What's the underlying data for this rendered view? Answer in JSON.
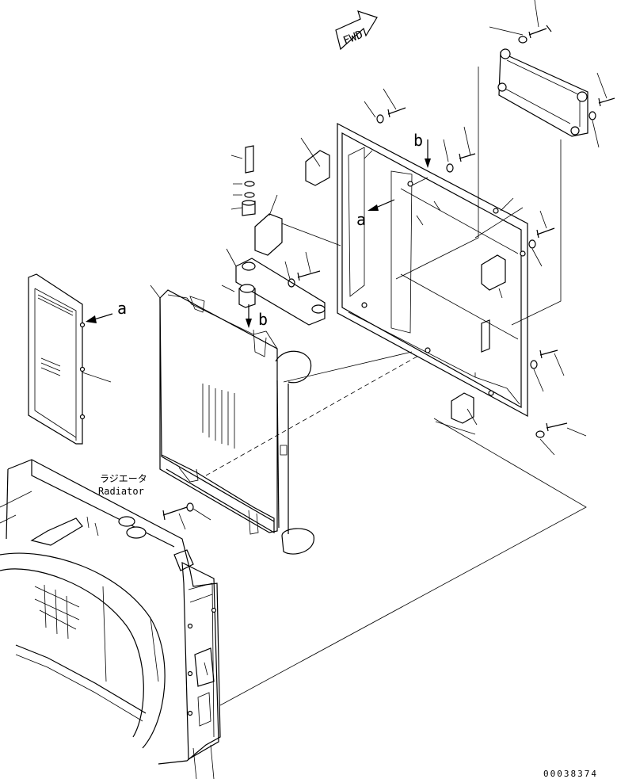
{
  "labels": {
    "direction": "FWD",
    "ref_a": "a",
    "ref_b": "b",
    "part_name_jp": "ラジエータ",
    "part_name_en": "Radiator",
    "drawing_number": "00038374"
  }
}
